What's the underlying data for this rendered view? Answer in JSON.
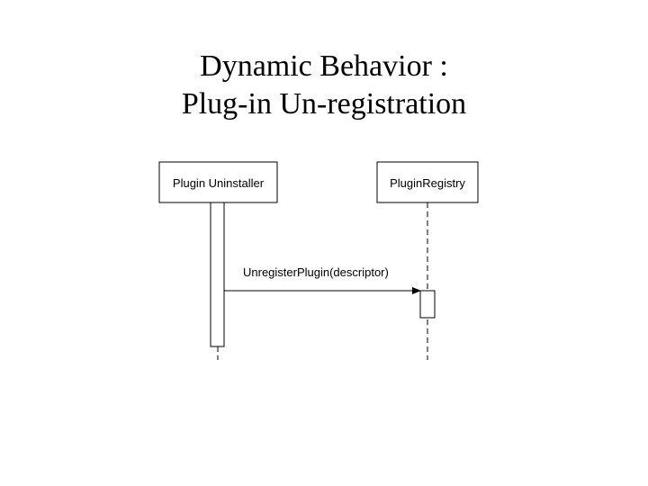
{
  "slide": {
    "title_line1": "Dynamic Behavior :",
    "title_line2": "Plug-in Un-registration"
  },
  "diagram": {
    "type": "sequence",
    "participants": [
      {
        "id": "uninstaller",
        "label": "Plugin Uninstaller"
      },
      {
        "id": "registry",
        "label": "PluginRegistry"
      }
    ],
    "messages": [
      {
        "from": "uninstaller",
        "to": "registry",
        "label": "UnregisterPlugin(descriptor)"
      }
    ]
  }
}
